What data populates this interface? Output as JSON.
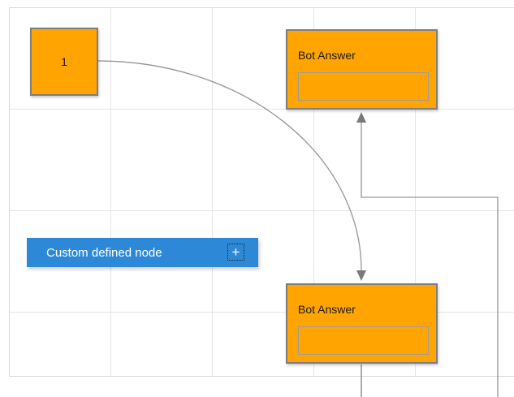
{
  "canvas": {
    "background": "#ffffff",
    "grid_line_color": "#e5e5e5",
    "grid_boundary_color": "#d9d9d9",
    "grid_cell_size": 125
  },
  "connectors": {
    "color": "#969696",
    "arrow_color": "#7a7a7a",
    "items": [
      {
        "id": "curved-connector",
        "from": "start-node",
        "to": "bot-answer-bottom",
        "style": "curved",
        "arrow": "down"
      },
      {
        "id": "orthogonal-connector",
        "from": "offscreen-bottom",
        "to": "bot-answer-top",
        "style": "right-angle",
        "arrow": "up"
      },
      {
        "id": "stub-connector",
        "from": "bot-answer-bottom",
        "to": "offscreen-bottom",
        "style": "straight"
      }
    ]
  },
  "nodes": {
    "start": {
      "label": "1",
      "fill": "#ffa400",
      "border_color": "#7e7e7e"
    },
    "bot_answer_top": {
      "title": "Bot Answer",
      "field_value": "",
      "fill": "#ffa400",
      "border_color": "#7e7e7e"
    },
    "bot_answer_bottom": {
      "title": "Bot Answer",
      "field_value": "",
      "fill": "#ffa400",
      "border_color": "#7e7e7e"
    },
    "custom": {
      "label": "Custom defined node",
      "add_icon": "+",
      "fill": "#2d89d8",
      "text_color": "#ffffff"
    }
  }
}
